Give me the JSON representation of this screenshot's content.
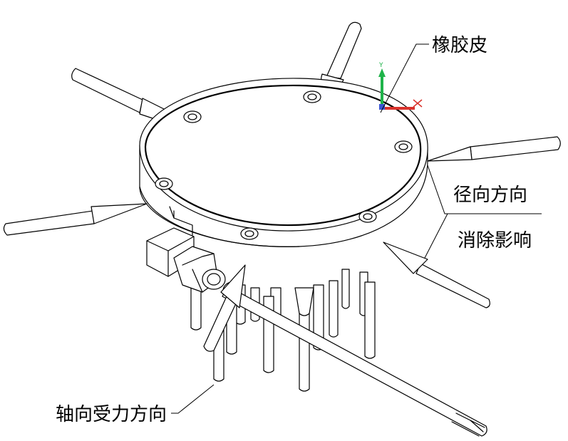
{
  "labels": {
    "rubber": "橡胶皮",
    "radial_direction": "径向方向",
    "eliminate_influence": "消除影响",
    "axial_force_direction": "轴向受力方向"
  },
  "axis_indicator": {
    "y_label": "Y",
    "x_color": "#d9322b",
    "y_color": "#1fb34a",
    "z_color": "#3a56d6"
  }
}
